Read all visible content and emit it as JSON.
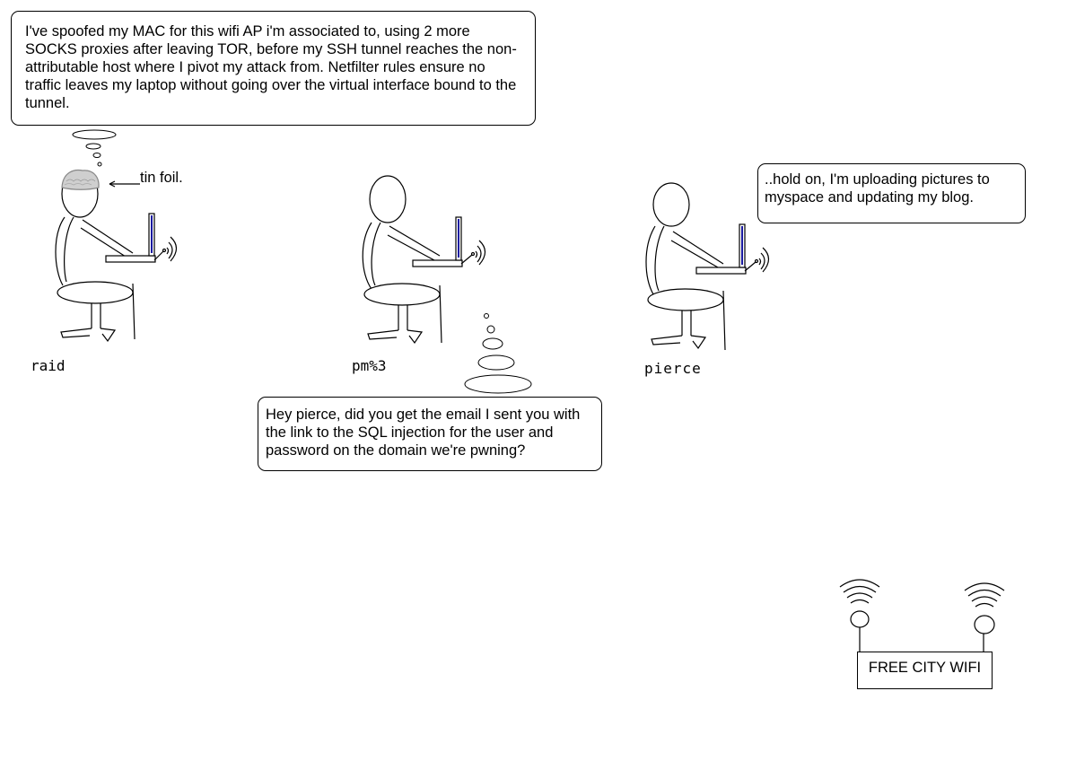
{
  "characters": {
    "raid": {
      "name": "raid",
      "speech": "I've spoofed my MAC for this wifi AP i'm associated to, using 2 more SOCKS proxies after leaving TOR, before my SSH tunnel reaches the non-attributable host where I pivot my attack from. Netfilter rules ensure no traffic leaves my laptop without going over the virtual interface bound to the tunnel.",
      "annotation": "tin foil."
    },
    "pm": {
      "name": "pm%3",
      "speech": "Hey pierce, did you get the email I sent you with the link to the SQL injection for the user and password on the domain we're pwning?"
    },
    "pierce": {
      "name": "pierce",
      "speech": "..hold on, I'm uploading pictures to myspace and updating my blog."
    }
  },
  "router": {
    "label": "FREE CITY WIFI"
  },
  "colors": {
    "line": "#000000",
    "screen_blue": "#1a1aa0",
    "tinfoil": "#c8c8c8"
  }
}
